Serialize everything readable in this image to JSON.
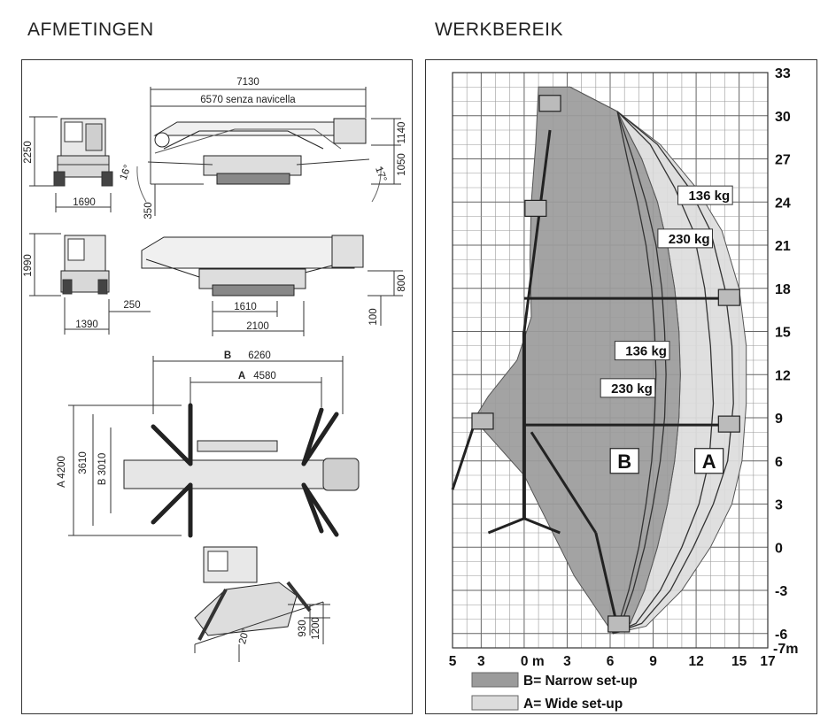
{
  "headings": {
    "dimensions": "AFMETINGEN",
    "workrange": "WERKBEREIK"
  },
  "dimensions": {
    "side_top": {
      "total_length": "7130",
      "length_no_basket": "6570 senza navicella",
      "height_overall": "2250",
      "basket_height": "1140",
      "height_b": "1050",
      "ground_clear": "350",
      "width_front": "1690",
      "angle_front": "16°",
      "angle_rear": "17°"
    },
    "side_bottom": {
      "height_overall": "1990",
      "dim_800": "800",
      "dim_1610": "1610",
      "dim_2100": "2100",
      "dim_250": "250",
      "dim_1390": "1390",
      "dim_100": "100"
    },
    "plan": {
      "b_label": "B",
      "b_width": "6260",
      "a_label": "A",
      "a_width": "4580",
      "a_depth_label": "A 4200",
      "b_depth_label": "B 3010",
      "mid_depth": "3610"
    },
    "slope": {
      "angle": "20°",
      "dim_930": "930",
      "dim_1200": "1200"
    }
  },
  "chart_data": {
    "type": "area",
    "title": "WERKBEREIK",
    "x_ticks": [
      "5",
      "3",
      "0 m",
      "3",
      "6",
      "9",
      "12",
      "15",
      "17"
    ],
    "y_ticks": [
      "33",
      "30",
      "27",
      "24",
      "21",
      "18",
      "15",
      "12",
      "9",
      "6",
      "3",
      "0",
      "-3",
      "-6"
    ],
    "y_extra_tick": "-7m",
    "xlim": [
      -5,
      17
    ],
    "ylim": [
      -7,
      33
    ],
    "series": [
      {
        "name": "B= Narrow set-up",
        "short": "B",
        "color": "#9b9b9b",
        "outline": [
          [
            1,
            32
          ],
          [
            3.2,
            32
          ],
          [
            6.5,
            30.3
          ],
          [
            8.2,
            27
          ],
          [
            9.3,
            24
          ],
          [
            10,
            21
          ],
          [
            10.5,
            18
          ],
          [
            10.8,
            15
          ],
          [
            10.9,
            12
          ],
          [
            10.8,
            9
          ],
          [
            10.5,
            6
          ],
          [
            10,
            3
          ],
          [
            9.3,
            0
          ],
          [
            8.4,
            -3
          ],
          [
            7.4,
            -5.3
          ],
          [
            6.2,
            -6
          ],
          [
            3.5,
            -2
          ],
          [
            0,
            5
          ],
          [
            -3.5,
            8.9
          ],
          [
            -2.5,
            10.5
          ],
          [
            -0.5,
            13
          ],
          [
            0.5,
            16
          ],
          [
            0.4,
            20
          ],
          [
            0.5,
            24
          ],
          [
            0.8,
            28
          ],
          [
            1,
            32
          ]
        ]
      },
      {
        "name": "A= Wide set-up",
        "short": "A",
        "color": "#dcdcdc",
        "outline": [
          [
            3.2,
            32
          ],
          [
            6.5,
            30.3
          ],
          [
            9.5,
            28
          ],
          [
            12,
            25
          ],
          [
            13.8,
            22
          ],
          [
            15,
            18
          ],
          [
            15.5,
            14
          ],
          [
            15.5,
            10
          ],
          [
            15.2,
            6
          ],
          [
            14.5,
            3
          ],
          [
            13,
            0
          ],
          [
            11,
            -3
          ],
          [
            8.5,
            -5.5
          ],
          [
            6.2,
            -6
          ],
          [
            7.4,
            -5.3
          ],
          [
            8.4,
            -3
          ],
          [
            9.3,
            0
          ],
          [
            10,
            3
          ],
          [
            10.5,
            6
          ],
          [
            10.8,
            9
          ],
          [
            10.9,
            12
          ],
          [
            10.8,
            15
          ],
          [
            10.5,
            18
          ],
          [
            10,
            21
          ],
          [
            9.3,
            24
          ],
          [
            8.2,
            27
          ],
          [
            6.5,
            30.3
          ],
          [
            3.2,
            32
          ]
        ]
      }
    ],
    "load_curves": [
      {
        "setup": "A",
        "label": "136 kg",
        "points": [
          [
            6.5,
            30.3
          ],
          [
            9.3,
            28
          ],
          [
            11.5,
            25
          ],
          [
            13,
            22
          ],
          [
            14,
            18
          ],
          [
            14.5,
            14
          ],
          [
            14.6,
            10
          ],
          [
            14.2,
            6
          ],
          [
            13.2,
            3
          ],
          [
            11.8,
            0
          ],
          [
            10.2,
            -3
          ],
          [
            8.2,
            -5.3
          ],
          [
            6.2,
            -6
          ]
        ]
      },
      {
        "setup": "A",
        "label": "230 kg",
        "points": [
          [
            6.5,
            30.3
          ],
          [
            8.8,
            28
          ],
          [
            10.5,
            25
          ],
          [
            11.8,
            22
          ],
          [
            12.6,
            18
          ],
          [
            13,
            14
          ],
          [
            13.2,
            10
          ],
          [
            12.9,
            6
          ],
          [
            12.2,
            3
          ],
          [
            11,
            0
          ],
          [
            9.5,
            -3
          ],
          [
            7.8,
            -5.3
          ],
          [
            6.2,
            -6
          ]
        ]
      },
      {
        "setup": "B",
        "label": "136 kg",
        "points": [
          [
            6.5,
            30.3
          ],
          [
            7.6,
            27
          ],
          [
            8.5,
            24
          ],
          [
            9.2,
            21
          ],
          [
            9.6,
            18
          ],
          [
            9.8,
            15
          ],
          [
            9.9,
            12
          ],
          [
            9.8,
            9
          ],
          [
            9.5,
            6
          ],
          [
            9,
            3
          ],
          [
            8.4,
            0
          ],
          [
            7.6,
            -3
          ],
          [
            6.8,
            -5.3
          ],
          [
            6.2,
            -6
          ]
        ]
      },
      {
        "setup": "B",
        "label": "230 kg",
        "points": [
          [
            6.5,
            30.3
          ],
          [
            7.2,
            27
          ],
          [
            7.9,
            24
          ],
          [
            8.5,
            21
          ],
          [
            8.9,
            18
          ],
          [
            9.1,
            15
          ],
          [
            9.2,
            12
          ],
          [
            9.1,
            9
          ],
          [
            8.9,
            6
          ],
          [
            8.5,
            3
          ],
          [
            8,
            0
          ],
          [
            7.3,
            -3
          ],
          [
            6.6,
            -5.3
          ],
          [
            6.2,
            -6
          ]
        ]
      }
    ],
    "load_labels": [
      {
        "text": "136 kg",
        "x": 14.6,
        "y": 24.5
      },
      {
        "text": "230 kg",
        "x": 13.2,
        "y": 21.5
      },
      {
        "text": "136 kg",
        "x": 10.2,
        "y": 13.7
      },
      {
        "text": "230 kg",
        "x": 9.2,
        "y": 11.1
      }
    ],
    "area_labels": [
      {
        "text": "B",
        "x": 7,
        "y": 6
      },
      {
        "text": "A",
        "x": 12.9,
        "y": 6
      }
    ],
    "legend": [
      {
        "label": "B= Narrow set-up",
        "color": "#9b9b9b"
      },
      {
        "label": "A= Wide set-up",
        "color": "#dcdcdc"
      }
    ],
    "grid": true,
    "legend_position": "bottom-left"
  }
}
